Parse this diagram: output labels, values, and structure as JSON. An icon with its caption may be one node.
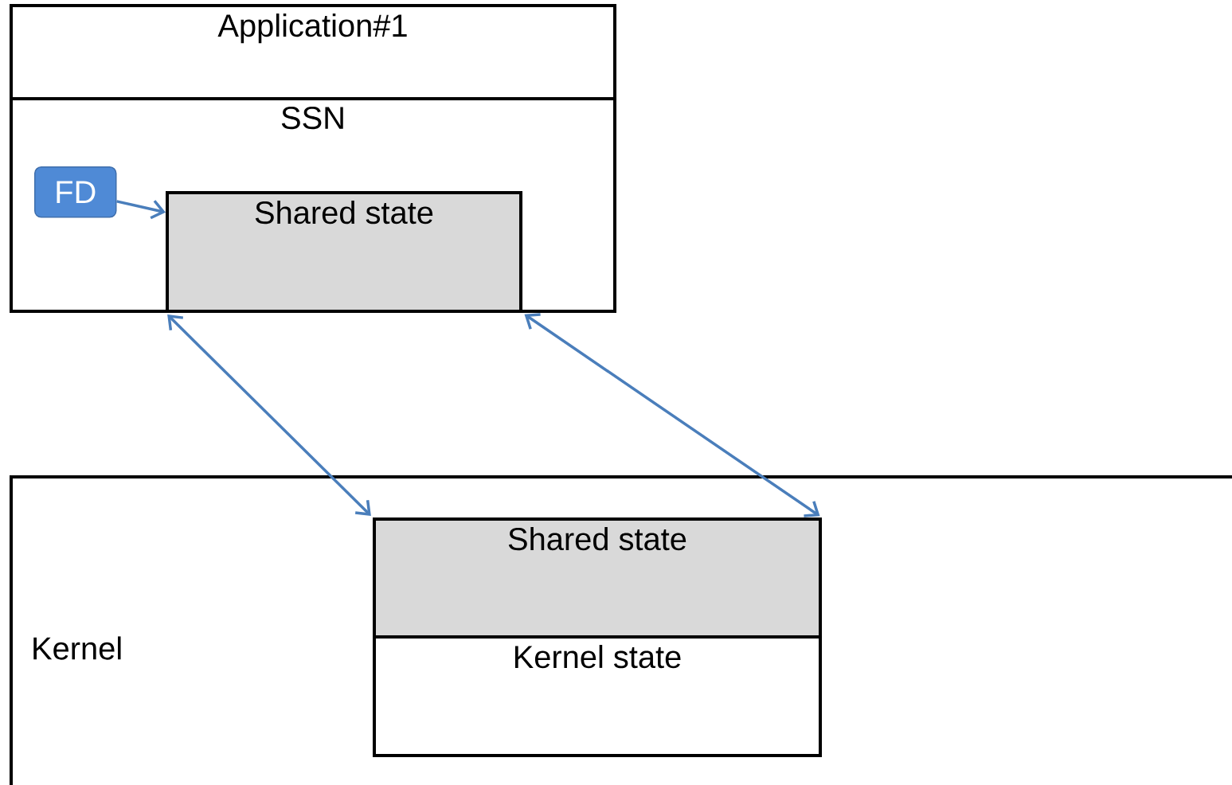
{
  "diagram": {
    "nodes": [
      {
        "text": [
          "Application#1"
        ]
      },
      {
        "text": [
          "SSN"
        ]
      },
      {
        "text": [
          "FD"
        ],
        "in": 1
      },
      {
        "text": [
          "Shared state"
        ],
        "in": 1
      },
      {
        "text": [
          "Kernel"
        ]
      },
      {
        "text": [
          "Shared state"
        ],
        "in": 4
      },
      {
        "text": [
          "Kernel state"
        ],
        "in": 4
      }
    ],
    "edges": [
      {
        "from": 2,
        "to": 3,
        "arrow": "to"
      },
      {
        "from": 3,
        "to": 5,
        "arrow": "both"
      },
      {
        "from": 3,
        "to": 5,
        "arrow": "both"
      }
    ]
  }
}
